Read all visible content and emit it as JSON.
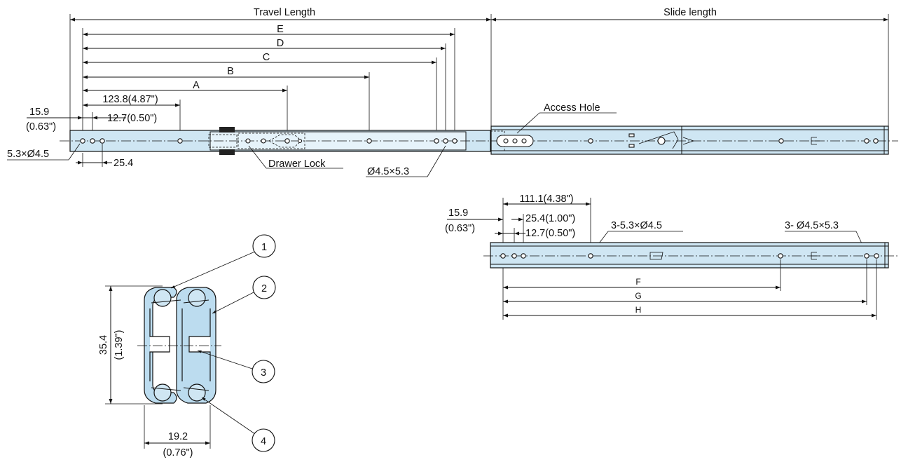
{
  "labels": {
    "travel_length": "Travel Length",
    "slide_length": "Slide length",
    "dim_e": "E",
    "dim_d": "D",
    "dim_c": "C",
    "dim_b": "B",
    "dim_a": "A",
    "dim_123_8": "123.8(4.87\")",
    "dim_15_9_top": "15.9",
    "dim_0_63_top": "(0.63\")",
    "dim_12_7_top": "12.7(0.50\")",
    "dim_5_3x4_5": "5.3×Ø4.5",
    "dim_25_4_top": "25.4",
    "access_hole": "Access Hole",
    "drawer_lock": "Drawer Lock",
    "dim_4_5x5_3": "Ø4.5×5.3",
    "dim_111_1": "111.1(4.38\")",
    "dim_15_9_low": "15.9",
    "dim_0_63_low": "(0.63\")",
    "dim_25_4_low": "25.4(1.00\")",
    "dim_12_7_low": "12.7(0.50\")",
    "holes_3_5_3": "3-5.3×Ø4.5",
    "holes_3_4_5": "3- Ø4.5×5.3",
    "dim_f": "F",
    "dim_g": "G",
    "dim_h": "H",
    "height_mm": "35.4",
    "height_in": "(1.39\")",
    "width_mm": "19.2",
    "width_in": "(0.76\")",
    "bubble_1": "1",
    "bubble_2": "2",
    "bubble_3": "3",
    "bubble_4": "4"
  },
  "colors": {
    "rail_fill": "#cfe6f3",
    "profile_fill": "#bcdcef",
    "line": "#111111"
  }
}
